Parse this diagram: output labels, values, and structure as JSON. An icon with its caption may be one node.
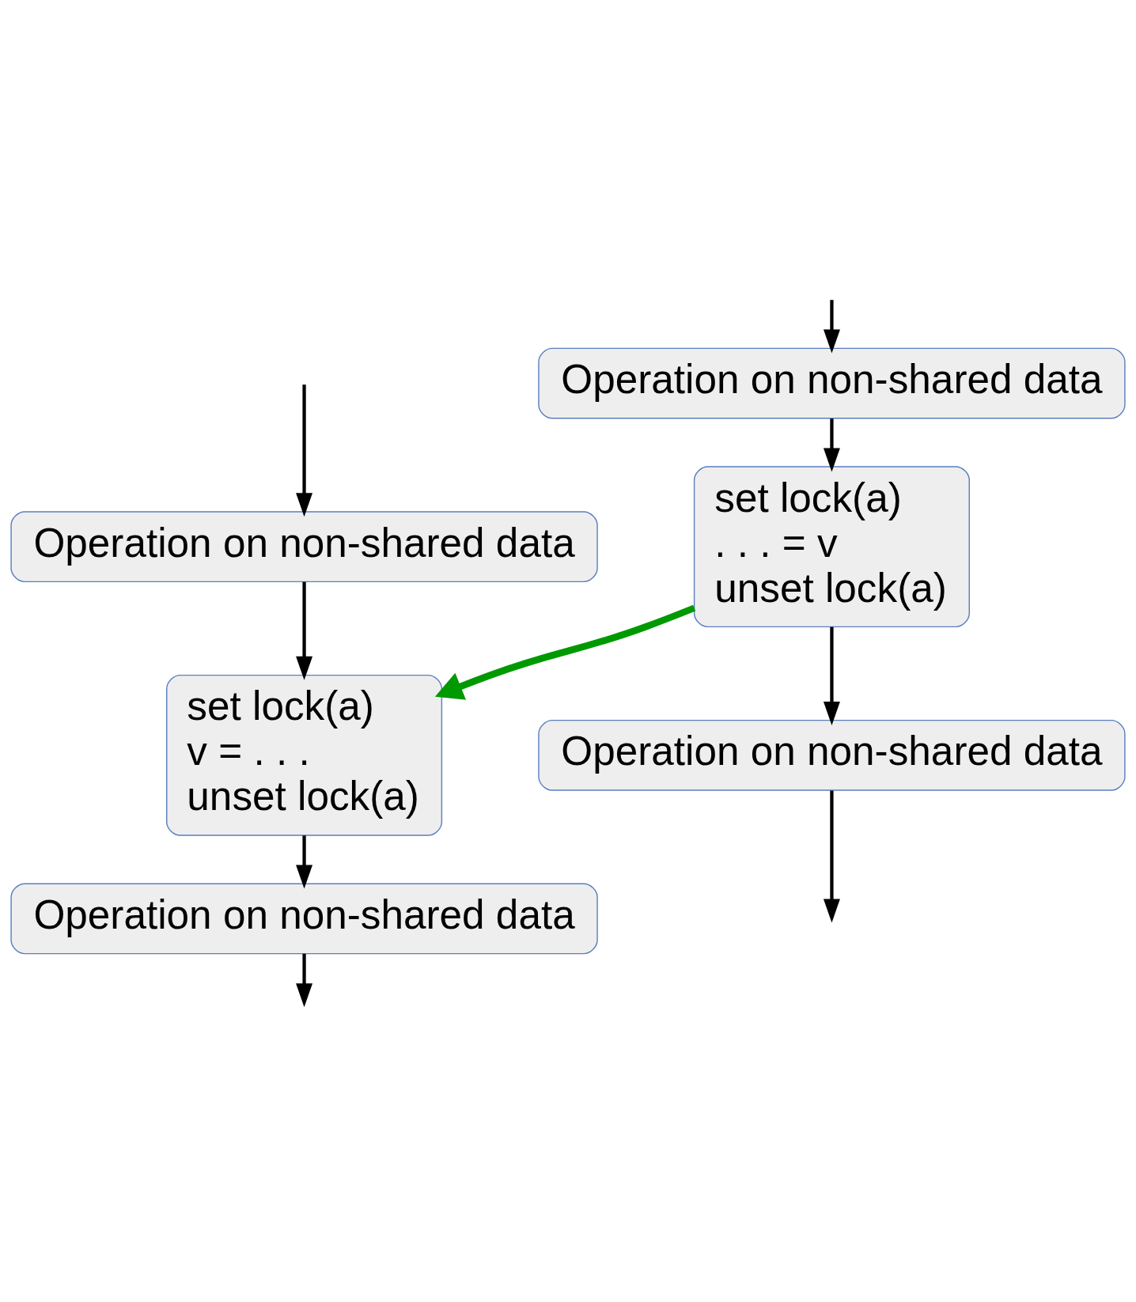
{
  "diagram": {
    "nodes": [
      {
        "text": [
          "Operation on non-shared data"
        ]
      },
      {
        "text": [
          "set lock(a)",
          ". . . = v",
          "unset lock(a)"
        ]
      },
      {
        "text": [
          "Operation on non-shared data"
        ]
      },
      {
        "text": [
          "set lock(a)",
          "v = . . .",
          "unset lock(a)"
        ]
      },
      {
        "text": [
          "Operation on non-shared data"
        ]
      },
      {
        "text": [
          "Operation on non-shared data"
        ]
      }
    ],
    "edges": [
      {
        "from": null,
        "to": 0,
        "arrow": "to"
      },
      {
        "from": 0,
        "to": 1,
        "arrow": "to"
      },
      {
        "from": 1,
        "to": 4,
        "arrow": "to"
      },
      {
        "from": 4,
        "to": null,
        "arrow": "to"
      },
      {
        "from": null,
        "to": 2,
        "arrow": "to"
      },
      {
        "from": 2,
        "to": 3,
        "arrow": "to"
      },
      {
        "from": 3,
        "to": 5,
        "arrow": "to"
      },
      {
        "from": 5,
        "to": null,
        "arrow": "to"
      },
      {
        "from": 1,
        "to": 3,
        "arrow": "to",
        "style": "thick",
        "color": "#009900"
      }
    ]
  }
}
